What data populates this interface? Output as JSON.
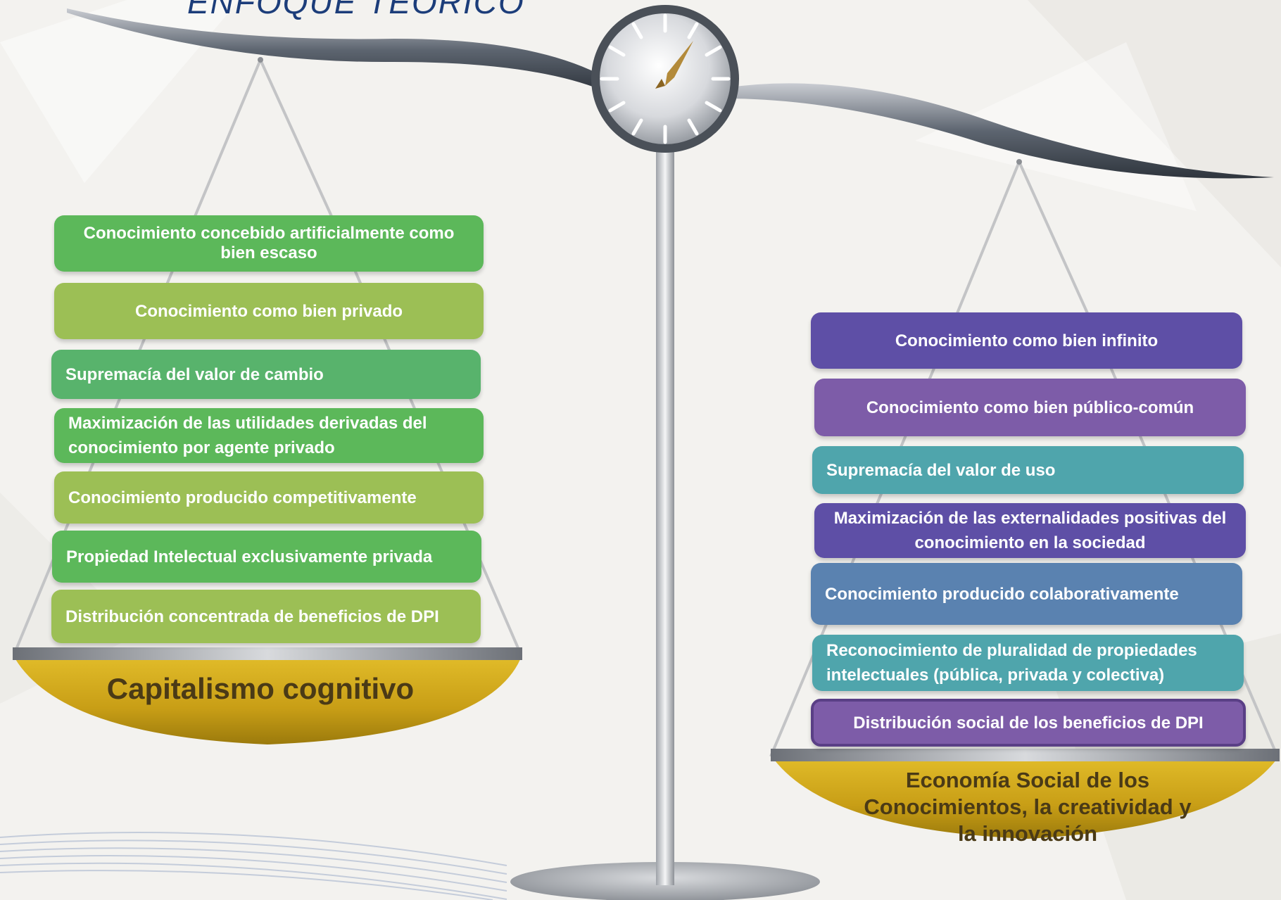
{
  "title": "ENFOQUE TEÓRICO",
  "left_pan": {
    "label": "Capitalismo cognitivo",
    "items": [
      "Conocimiento concebido artificialmente como bien escaso",
      "Conocimiento como bien privado",
      "Supremacía del valor de cambio",
      "Maximización de las utilidades derivadas del conocimiento por agente privado",
      "Conocimiento producido competitivamente",
      "Propiedad Intelectual exclusivamente privada",
      "Distribución concentrada de beneficios de DPI"
    ]
  },
  "right_pan": {
    "label_lines": [
      "Economía Social de los",
      "Conocimientos, la creatividad y",
      "la innovación"
    ],
    "items": [
      "Conocimiento como bien infinito",
      "Conocimiento como bien público-común",
      "Supremacía del valor de uso",
      "Maximización de las externalidades positivas del conocimiento en la sociedad",
      "Conocimiento producido colaborativamente",
      "Reconocimiento de pluralidad de propiedades intelectuales (pública, privada y colectiva)",
      "Distribución social de los beneficios de DPI"
    ]
  },
  "colors": {
    "green_dark": "#5cb85a",
    "green_light": "#9cbf55",
    "green_mid": "#58b36c",
    "purple_blue": "#5e4fa6",
    "purple": "#7d5ca8",
    "teal": "#4fa5ac",
    "steel_blue": "#5a82b0",
    "gold": "#c9a21a",
    "title_blue": "#1c3d7a"
  }
}
